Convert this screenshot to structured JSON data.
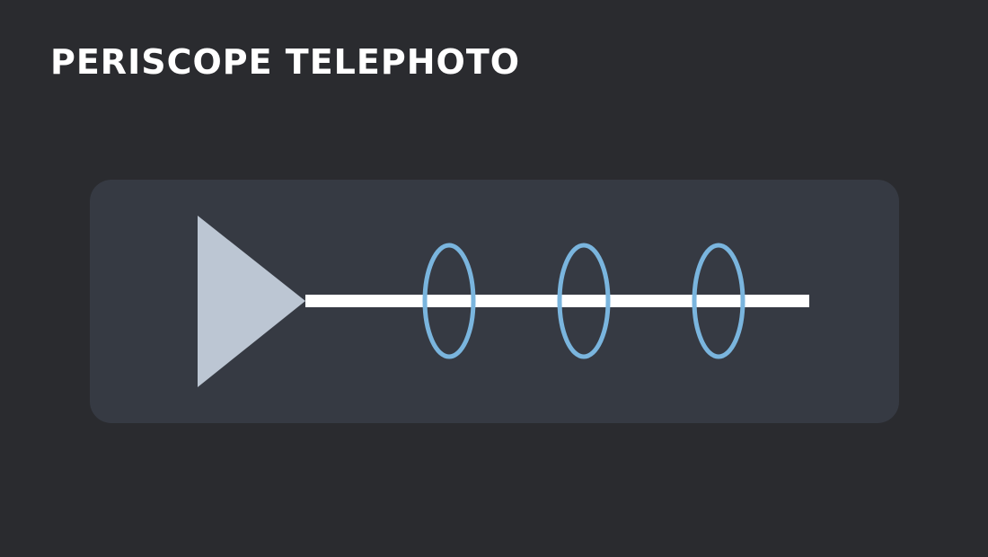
{
  "title": "PERISCOPE TELEPHOTO",
  "diagram": {
    "prism_icon": "triangle-prism-icon",
    "light_path": "optical-axis-line",
    "lens_count": 3,
    "colors": {
      "background": "#2a2b2f",
      "panel": "#363a43",
      "prism": "#bcc6d3",
      "light_path": "#ffffff",
      "lens": "#7ab5de",
      "title": "#ffffff"
    }
  }
}
